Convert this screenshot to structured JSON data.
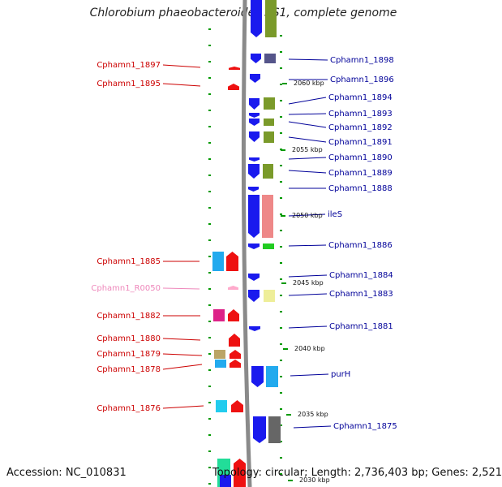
{
  "title": "Chlorobium phaeobacteroides BS1, complete genome",
  "accession": "Accession: NC_010831",
  "topology": "Topology: circular; Length: 2,736,403 bp; Genes: 2,521",
  "colors": {
    "reverse_label": "#cc0000",
    "forward_label": "#000099",
    "rna_label": "#ee88bb",
    "backbone": "#888888",
    "tick": "#009900"
  },
  "kbp_markers": [
    {
      "label": "2060 kbp"
    },
    {
      "label": "2055 kbp"
    },
    {
      "label": "2050 kbp"
    },
    {
      "label": "2045 kbp"
    },
    {
      "label": "2040 kbp"
    },
    {
      "label": "2035 kbp"
    },
    {
      "label": "2030 kbp"
    }
  ],
  "left_labels": [
    {
      "text": "Cphamn1_1897",
      "kind": "reverse"
    },
    {
      "text": "Cphamn1_1895",
      "kind": "reverse"
    },
    {
      "text": "Cphamn1_1885",
      "kind": "reverse"
    },
    {
      "text": "Cphamn1_R0050",
      "kind": "rna"
    },
    {
      "text": "Cphamn1_1882",
      "kind": "reverse"
    },
    {
      "text": "Cphamn1_1880",
      "kind": "reverse"
    },
    {
      "text": "Cphamn1_1879",
      "kind": "reverse"
    },
    {
      "text": "Cphamn1_1878",
      "kind": "reverse"
    },
    {
      "text": "Cphamn1_1876",
      "kind": "reverse"
    }
  ],
  "right_labels": [
    {
      "text": "Cphamn1_1898"
    },
    {
      "text": "Cphamn1_1896"
    },
    {
      "text": "Cphamn1_1894"
    },
    {
      "text": "Cphamn1_1893"
    },
    {
      "text": "Cphamn1_1892"
    },
    {
      "text": "Cphamn1_1891"
    },
    {
      "text": "Cphamn1_1890"
    },
    {
      "text": "Cphamn1_1889"
    },
    {
      "text": "Cphamn1_1888"
    },
    {
      "text": "ileS"
    },
    {
      "text": "Cphamn1_1886"
    },
    {
      "text": "Cphamn1_1884"
    },
    {
      "text": "Cphamn1_1883"
    },
    {
      "text": "Cphamn1_1881"
    },
    {
      "text": "purH"
    },
    {
      "text": "Cphamn1_1875"
    }
  ]
}
